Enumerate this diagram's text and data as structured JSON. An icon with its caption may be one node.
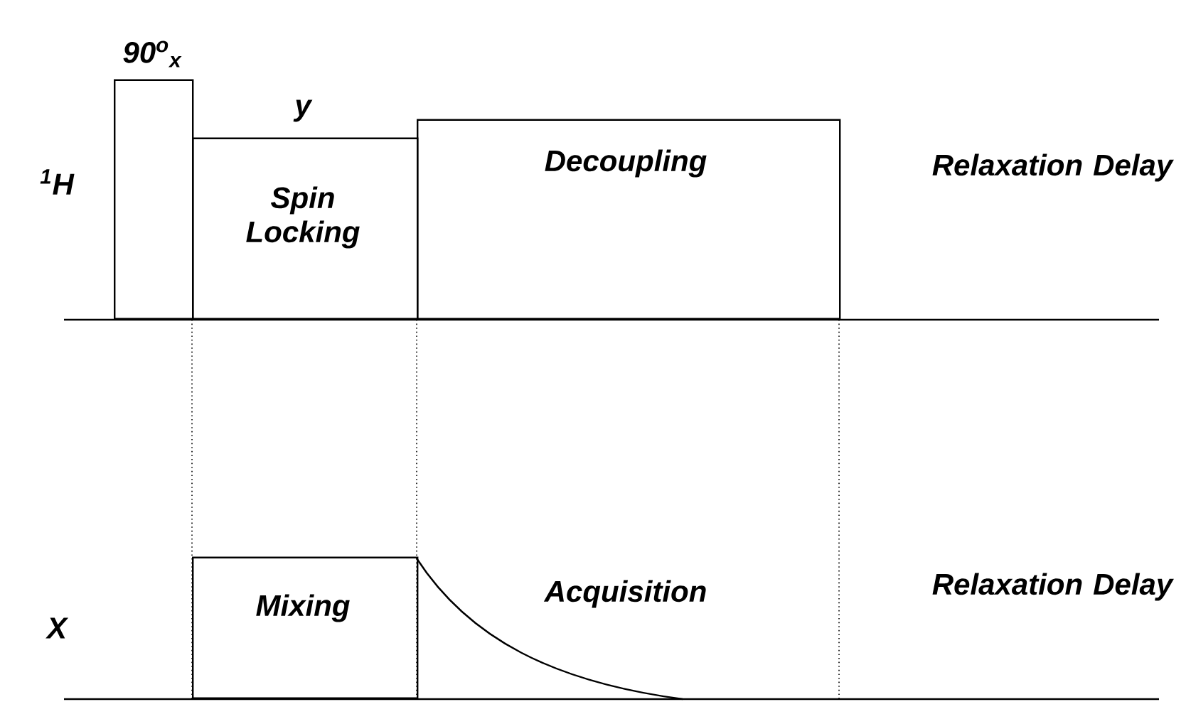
{
  "diagram": {
    "nodes": [
      {
        "text": [
          "90$^{o}$$_{x}$"
        ]
      },
      {
        "text": [
          "y",
          "Spin Locking"
        ]
      },
      {
        "text": [
          "Decoupling"
        ]
      },
      {
        "text": [
          "Mixing"
        ]
      }
    ],
    "edges": [],
    "labels": [
      "$^{1}$H",
      "Relaxation Delay",
      "X",
      "Acquisition",
      "Relaxation Delay"
    ]
  }
}
